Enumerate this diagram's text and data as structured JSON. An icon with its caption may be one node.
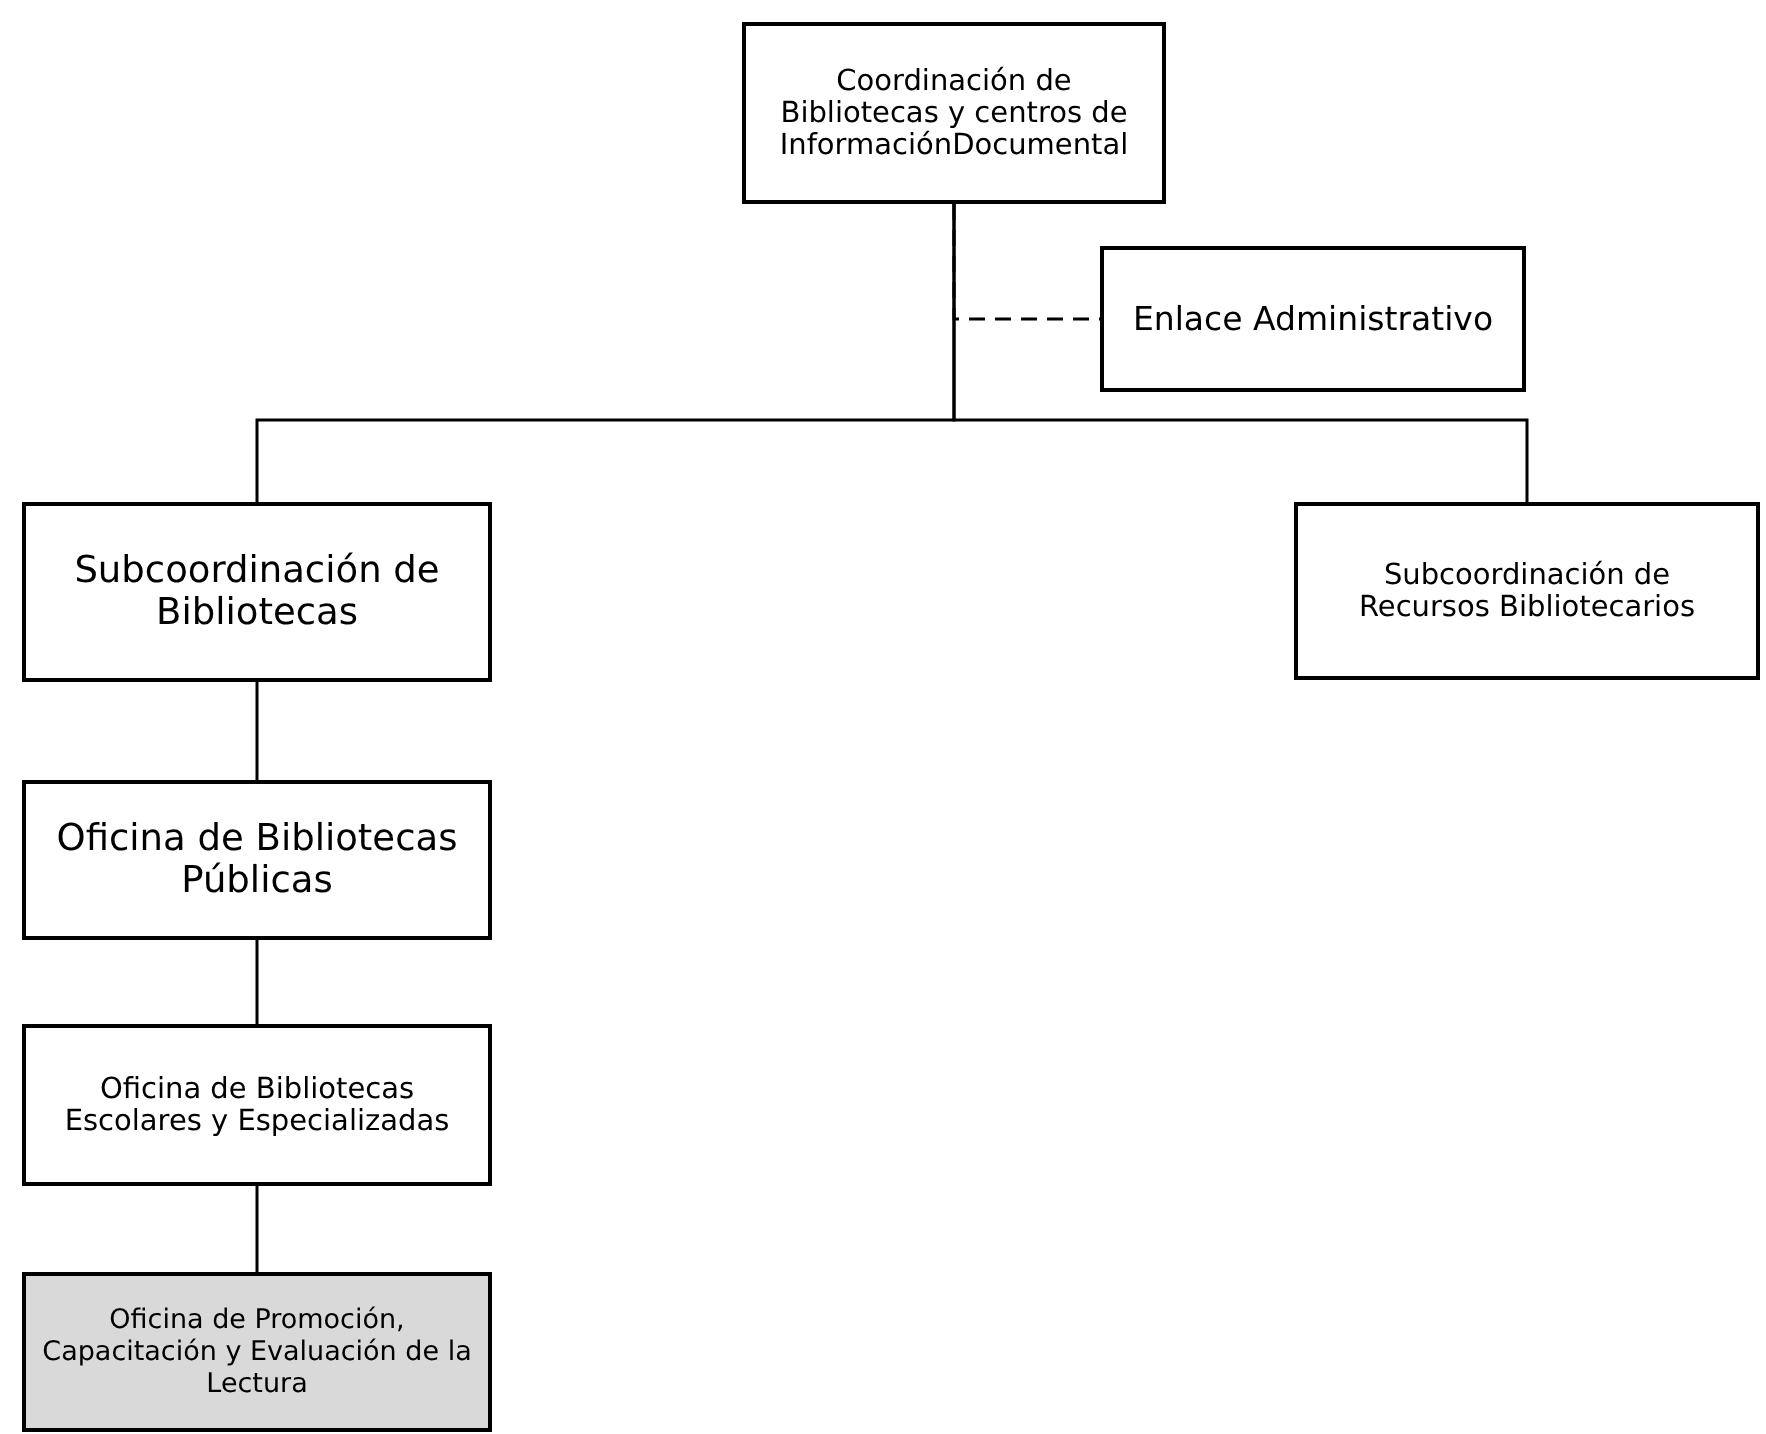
{
  "diagram": {
    "nodes": [
      {
        "text": [
          "Coordinación de Bibliotecas y centros de InformaciónDocumental"
        ]
      },
      {
        "text": [
          "Enlace Administrativo"
        ]
      },
      {
        "text": [
          "Subcoordinación de Bibliotecas"
        ]
      },
      {
        "text": [
          "Subcoordinación de Recursos Bibliotecarios"
        ]
      },
      {
        "text": [
          "Oficina de Bibliotecas Públicas"
        ]
      },
      {
        "text": [
          "Oficina de Bibliotecas Escolares y Especializadas"
        ]
      },
      {
        "text": [
          "Oficina de Promoción, Capacitación y Evaluación de la Lectura"
        ]
      }
    ],
    "edges": [
      {
        "from": 0,
        "to": 1,
        "arrow": "none",
        "style": "dashed"
      },
      {
        "from": 0,
        "to": 2,
        "arrow": "none"
      },
      {
        "from": 0,
        "to": 3,
        "arrow": "none"
      },
      {
        "from": 2,
        "to": 4,
        "arrow": "none"
      },
      {
        "from": 4,
        "to": 5,
        "arrow": "none"
      },
      {
        "from": 5,
        "to": 6,
        "arrow": "none"
      }
    ]
  }
}
